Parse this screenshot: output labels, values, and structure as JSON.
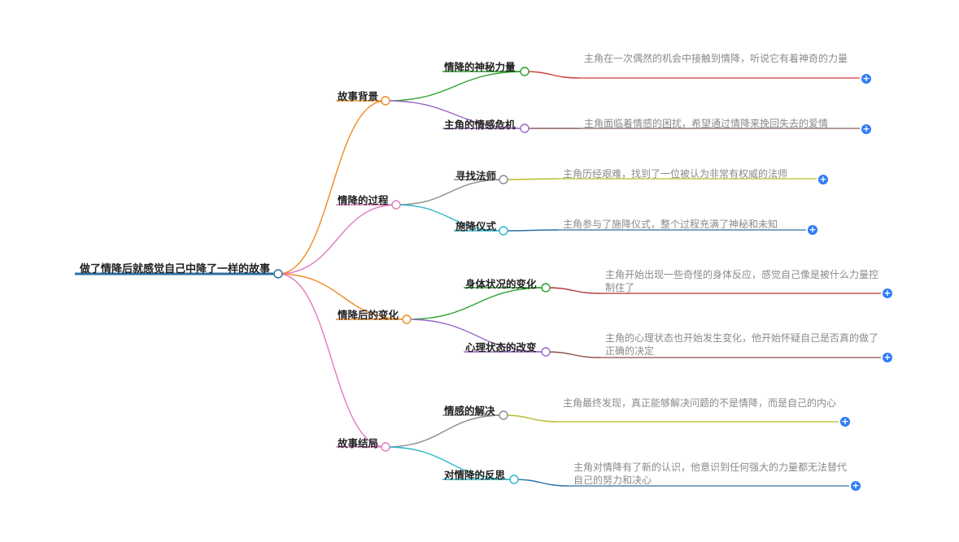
{
  "root": {
    "label": "做了情降后就感觉自己中降了一样的故事"
  },
  "colors": {
    "root_line": "#2c6ea3",
    "branch1": "#f08a24",
    "branch2": "#e07bc0",
    "branch3": "#f08a24",
    "branch4": "#e07bc0",
    "green": "#2aa22a",
    "purple": "#9b66c9",
    "gray": "#8c8c8c",
    "cyan": "#2ab7c9",
    "leaf_red": "#d23a3a",
    "leaf_brown": "#8a5a5a",
    "leaf_olive": "#b7bd2a",
    "leaf_blue": "#2a6fa8",
    "leaf_darkred": "#b03030",
    "leaf_rose": "#8a4a4a",
    "plus": "#2f7cf6"
  },
  "branches": [
    {
      "label": "故事背景",
      "children": [
        {
          "label": "情降的神秘力量",
          "leaf": "主角在一次偶然的机会中接触到情降，听说它有着神奇的力量"
        },
        {
          "label": "主角的情感危机",
          "leaf": "主角面临着情感的困扰，希望通过情降来挽回失去的爱情"
        }
      ]
    },
    {
      "label": "情降的过程",
      "children": [
        {
          "label": "寻找法师",
          "leaf": "主角历经艰难，找到了一位被认为非常有权威的法师"
        },
        {
          "label": "施降仪式",
          "leaf": "主角参与了施降仪式，整个过程充满了神秘和未知"
        }
      ]
    },
    {
      "label": "情降后的变化",
      "children": [
        {
          "label": "身体状况的变化",
          "leaf": "主角开始出现一些奇怪的身体反应，感觉自己像是被什么力量控制住了"
        },
        {
          "label": "心理状态的改变",
          "leaf": "主角的心理状态也开始发生变化，他开始怀疑自己是否真的做了正确的决定"
        }
      ]
    },
    {
      "label": "故事结局",
      "children": [
        {
          "label": "情感的解决",
          "leaf": "主角最终发现，真正能够解决问题的不是情降，而是自己的内心"
        },
        {
          "label": "对情降的反思",
          "leaf": "主角对情降有了新的认识，他意识到任何强大的力量都无法替代自己的努力和决心"
        }
      ]
    }
  ],
  "expand_icon": "plus-circle-icon",
  "expand_glyph": "+"
}
